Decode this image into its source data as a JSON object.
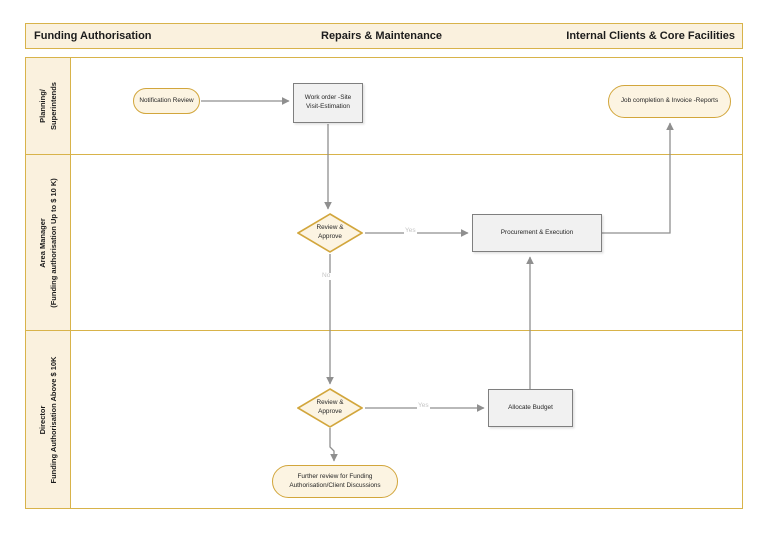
{
  "header": {
    "left_title": "Funding Authorisation",
    "center_title": "Repairs & Maintenance",
    "right_title": "Internal Clients & Core Facilities"
  },
  "lanes": [
    {
      "id": "planning",
      "line1": "Planning/",
      "line2": "Superintends"
    },
    {
      "id": "area-manager",
      "line1": "Area Manager",
      "line2": "(Funding authorisation Up to $ 10 K)"
    },
    {
      "id": "director",
      "line1": "Director",
      "line2": "Funding Authorisation Above $ 10K"
    }
  ],
  "nodes": {
    "notification_review": {
      "type": "terminator",
      "label": "Notification Review"
    },
    "work_order": {
      "type": "process",
      "line1": "Work order -Site",
      "line2": "Visit-Estimation"
    },
    "job_completion": {
      "type": "terminator",
      "label": "Job completion & Invoice -Reports"
    },
    "review_approve_1": {
      "type": "decision",
      "line1": "Review &",
      "line2": "Approve"
    },
    "procurement": {
      "type": "process",
      "label": "Procurement & Execution"
    },
    "review_approve_2": {
      "type": "decision",
      "line1": "Review &",
      "line2": "Approve"
    },
    "allocate_budget": {
      "type": "process",
      "label": "Allocate Budget"
    },
    "further_review": {
      "type": "terminator",
      "line1": "Further review for Funding",
      "line2": "Authorisation/Client Discussions"
    }
  },
  "edge_labels": {
    "yes1": "Yes",
    "no1": "No",
    "yes2": "Yes"
  },
  "colors": {
    "gold_border": "#D2A63C",
    "lane_border": "#D8B34A",
    "cream_fill": "#FCF4E2",
    "header_fill": "#FAF1DE",
    "process_border": "#7F7F7F",
    "process_fill": "#F1F1F1",
    "connector": "#8F8F8F",
    "edge_label_text": "#C4C4C4"
  }
}
